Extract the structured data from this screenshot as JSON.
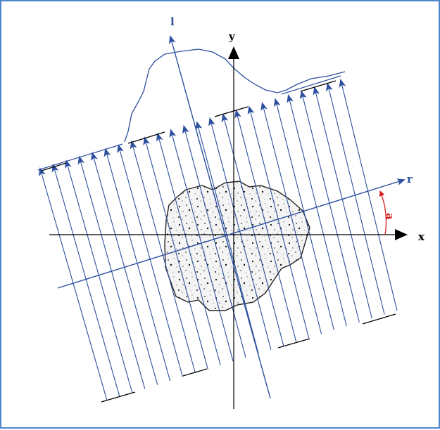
{
  "labels": {
    "axis_x": "x",
    "axis_y": "y",
    "axis_r": "r",
    "axis_l": "l",
    "angle": "a"
  },
  "colors": {
    "frame": "#4f87c8",
    "ray": "#2c4f9e",
    "axis": "#000000",
    "angle": "#d42020",
    "profile": "#2c4f9e"
  }
}
